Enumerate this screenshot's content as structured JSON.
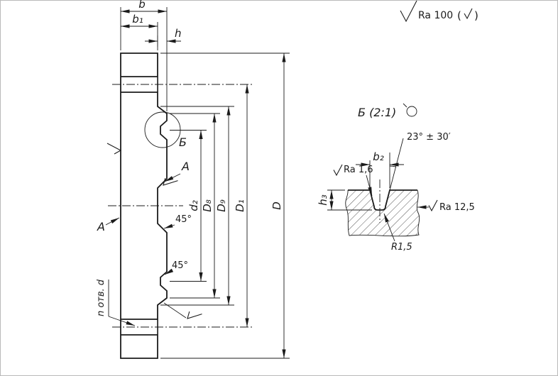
{
  "canvas": {
    "bg": "#ffffff",
    "ink": "#1b1b1b"
  },
  "general_roughness": {
    "prefix": "Ra 100",
    "paren_open": "(",
    "paren_close": ")"
  },
  "main_view": {
    "dim_b": "b",
    "dim_b1": "b₁",
    "dim_h": "h",
    "dim_d2": "d₂",
    "dim_D8": "D₈",
    "dim_D9": "D₉",
    "dim_D1": "D₁",
    "dim_D": "D",
    "detail_mark": "Б",
    "surface_mark_right": "А",
    "surface_mark_left": "А",
    "chamfer_upper": "45°",
    "chamfer_lower": "45°",
    "holes_note": "n отв. d"
  },
  "detail_view": {
    "title": "Б (2:1)",
    "dim_b2": "b₂",
    "dim_h3": "h₃",
    "angle": "23° ± 30′",
    "radius": "R1,5",
    "roughness_wall": "Ra 1,6",
    "roughness_face": "Ra 12,5"
  }
}
